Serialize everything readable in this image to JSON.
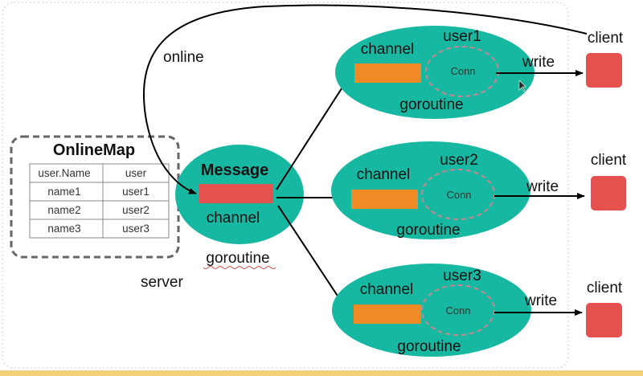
{
  "colors": {
    "goroutine_fill": "#17b8a1",
    "message_bar": "#e5514f",
    "channel_bar": "#ef8a25",
    "client_box": "#e5514f",
    "dashed_border": "#666666",
    "conn_dash": "#c9868f",
    "arrow": "#000000",
    "bottom_stripe": "#f2d07a"
  },
  "server": {
    "label": "server",
    "online_label": "online",
    "online_map": {
      "title": "OnlineMap",
      "header": [
        "user.Name",
        "user"
      ],
      "rows": [
        [
          "name1",
          "user1"
        ],
        [
          "name2",
          "user2"
        ],
        [
          "name3",
          "user3"
        ]
      ]
    },
    "message": {
      "title": "Message",
      "channel_label": "channel",
      "goroutine_label": "goroutine"
    }
  },
  "users": [
    {
      "name": "user1",
      "channel_label": "channel",
      "conn_label": "Conn",
      "goroutine_label": "goroutine",
      "write_label": "write",
      "client_label": "client"
    },
    {
      "name": "user2",
      "channel_label": "channel",
      "conn_label": "Conn",
      "goroutine_label": "goroutine",
      "write_label": "write",
      "client_label": "client"
    },
    {
      "name": "user3",
      "channel_label": "channel",
      "conn_label": "Conn",
      "goroutine_label": "goroutine",
      "write_label": "write",
      "client_label": "client"
    }
  ],
  "icons": {
    "cursor": "mouse-pointer-icon"
  }
}
